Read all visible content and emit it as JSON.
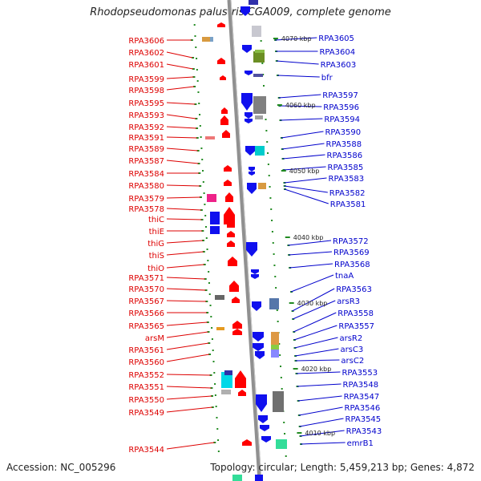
{
  "title": "Rhodopseudomonas palustris CGA009, complete genome",
  "footer": {
    "accession": "Accession: NC_005296",
    "stats": "Topology: circular; Length: 5,459,213 bp; Genes: 4,872"
  },
  "colors": {
    "left_label": "#dd0000",
    "right_label": "#0000cc",
    "backbone": "#909090",
    "tick": "#228b22"
  },
  "kbp_markers": [
    "4070 kbp",
    "4060 kbp",
    "4050 kbp",
    "4040 kbp",
    "4030 kbp",
    "4020 kbp",
    "4010 kbp"
  ],
  "left_labels": [
    "RPA3606",
    "RPA3602",
    "RPA3601",
    "RPA3599",
    "RPA3598",
    "RPA3595",
    "RPA3593",
    "RPA3592",
    "RPA3591",
    "RPA3589",
    "RPA3587",
    "RPA3584",
    "RPA3580",
    "RPA3579",
    "RPA3578",
    "thiC",
    "thiE",
    "thiG",
    "thiS",
    "thiO",
    "RPA3571",
    "RPA3570",
    "RPA3567",
    "RPA3566",
    "RPA3565",
    "arsM",
    "RPA3561",
    "RPA3560",
    "RPA3552",
    "RPA3551",
    "RPA3550",
    "RPA3549",
    "RPA3544"
  ],
  "right_labels": [
    "RPA3605",
    "RPA3604",
    "RPA3603",
    "bfr",
    "RPA3597",
    "RPA3596",
    "RPA3594",
    "RPA3590",
    "RPA3588",
    "RPA3586",
    "RPA3585",
    "RPA3583",
    "RPA3582",
    "RPA3581",
    "RPA3572",
    "RPA3569",
    "RPA3568",
    "tnaA",
    "RPA3563",
    "arsR3",
    "RPA3558",
    "RPA3557",
    "arsR2",
    "arsC3",
    "arsC2",
    "RPA3553",
    "RPA3548",
    "RPA3547",
    "RPA3546",
    "RPA3545",
    "RPA3543",
    "emrB1"
  ]
}
